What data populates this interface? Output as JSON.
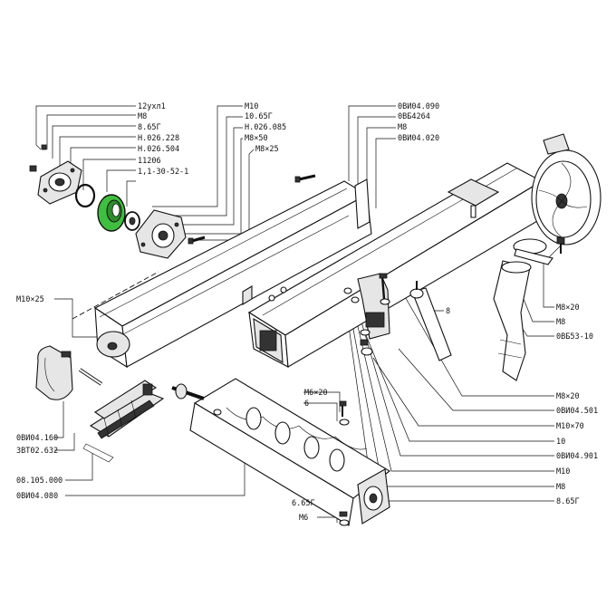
{
  "labels": {
    "l_12yxal": "12ухл1",
    "l_m8_a": "М8",
    "l_865g_a": "8.65Г",
    "l_n026228": "Н.026.228",
    "l_n026504": "Н.026.504",
    "l_11206": "11206",
    "l_113052": "1,1-30-52-1",
    "l_m10_a": "М10",
    "l_1065g": "10.65Г",
    "l_n026085": "Н.026.085",
    "l_m8x50": "М8×50",
    "l_m8x25_a": "М8×25",
    "l_ovi04090": "0ВИ04.090",
    "l_ovb4264": "0ВБ4264",
    "l_m8_b": "М8",
    "l_ovi04020": "0ВИ04.020",
    "l_m10x25": "М10×25",
    "l_8": "8",
    "l_m8x20_a": "М8×20",
    "l_m8_c": "М8",
    "l_ovb5310": "0ВБ53-10",
    "l_ovi04160": "0ВИ04.160",
    "l_3vt02632": "3ВТ02.632",
    "l_m6x20": "М6×20",
    "l_6": "6",
    "l_m8x20_b": "М8×20",
    "l_ovi04501": "0ВИ04.501",
    "l_m10x70": "М10×70",
    "l_10": "10",
    "l_ovi04901": "0ВИ04.901",
    "l_m10_b": "М10",
    "l_m8_d": "М8",
    "l_865g_b": "8.65Г",
    "l_08105000": "08.105.000",
    "l_ovi04080": "0ВИ04.080",
    "l_665g": "6.65Г",
    "l_m6": "М6"
  },
  "colors": {
    "highlight": "#3fbf3f",
    "ink": "#111111",
    "paper": "#ffffff"
  },
  "highlighted_part": "11206"
}
